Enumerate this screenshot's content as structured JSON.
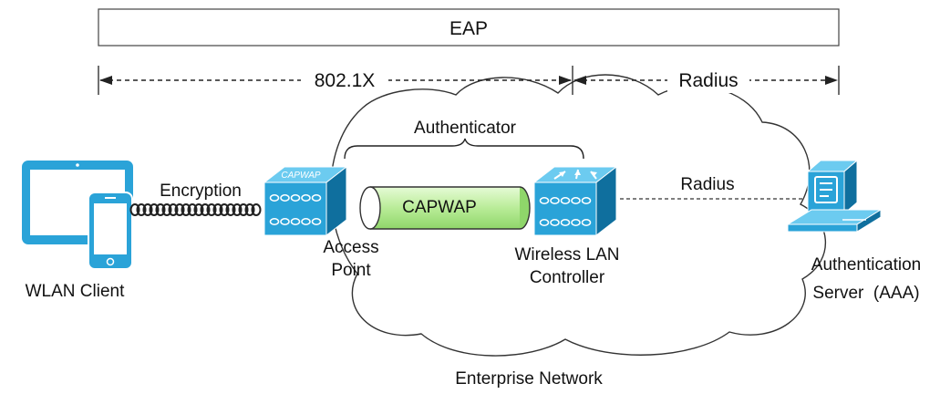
{
  "eap_label": "EAP",
  "dot1x_label": "802.1X",
  "radius_top_label": "Radius",
  "authenticator_label": "Authenticator",
  "encryption_label": "Encryption",
  "tunnel_label": "CAPWAP",
  "ap_badge": "CAPWAP",
  "radius_link_label": "Radius",
  "client_label": "WLAN Client",
  "ap_label": [
    "Access",
    "Point"
  ],
  "wlc_label": [
    "Wireless LAN",
    "Controller"
  ],
  "server_label": [
    "Authentication",
    "Server  (AAA)"
  ],
  "network_label": "Enterprise Network",
  "colors": {
    "device_blue": "#2aa3d8",
    "device_dark": "#0f6f9e",
    "tunnel_green": "#c4f0a8",
    "line": "#222222"
  }
}
